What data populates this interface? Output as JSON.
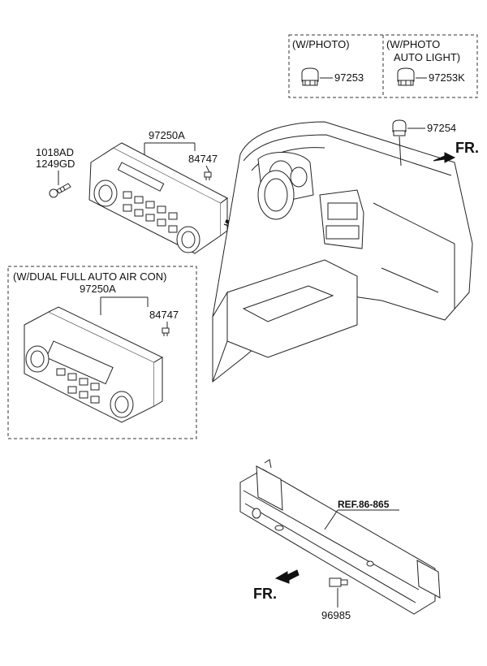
{
  "photo_box": {
    "left_label": "(W/PHOTO)",
    "right_label_line1": "(W/PHOTO",
    "right_label_line2": "AUTO LIGHT)",
    "left_part": "97253",
    "right_part": "97253K"
  },
  "top_assembly": {
    "screw_part_1": "1018AD",
    "screw_part_2": "1249GD",
    "control_part": "97250A",
    "bulb_part": "84747",
    "sensor_part": "97254"
  },
  "dual_box": {
    "title": "(W/DUAL FULL AUTO AIR CON)",
    "control_part": "97250A",
    "bulb_part": "84747"
  },
  "crossmember": {
    "ref": "REF.86-865",
    "sensor_part": "96985"
  },
  "direction_top": "FR.",
  "direction_bottom": "FR."
}
